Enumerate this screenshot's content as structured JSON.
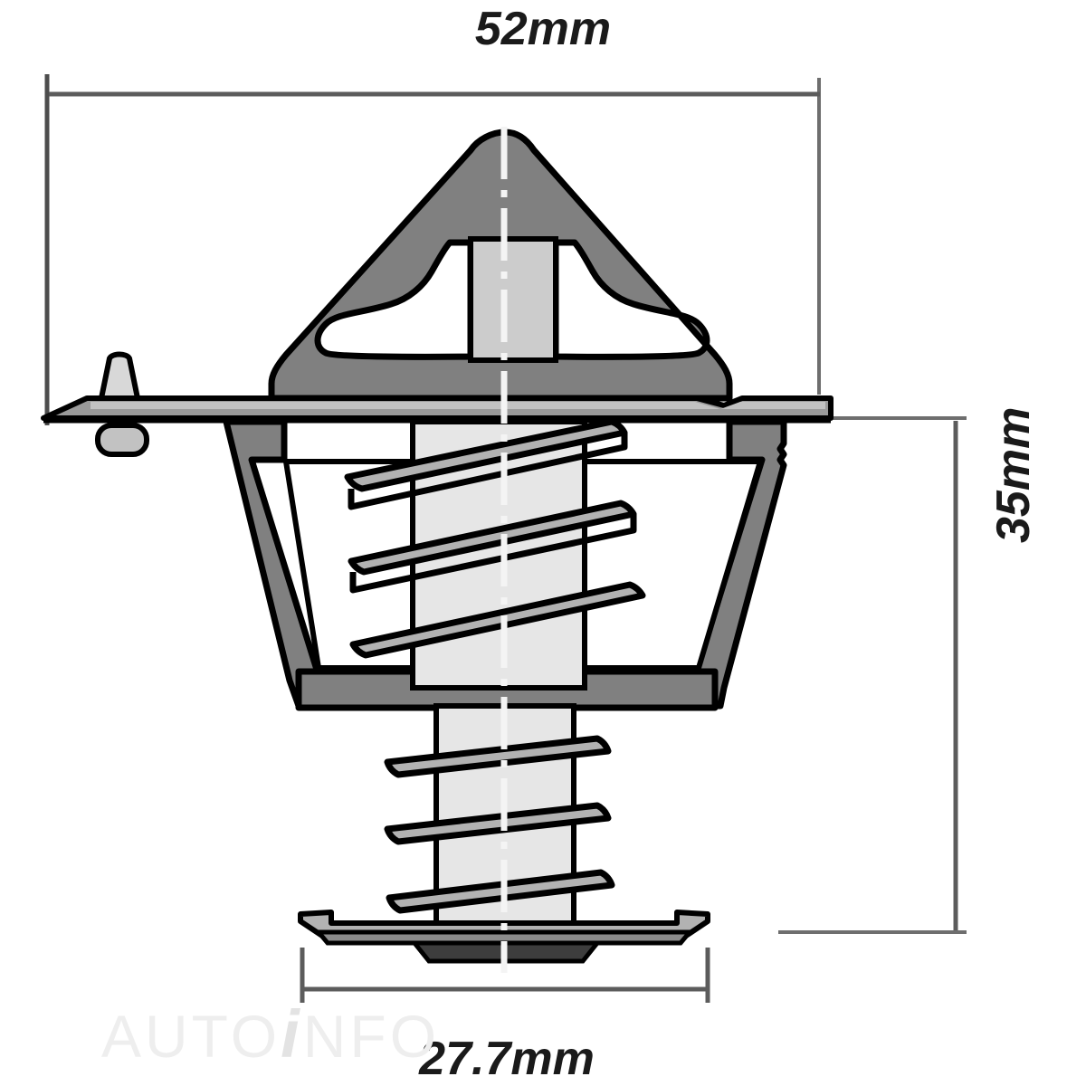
{
  "drawing": {
    "title": "Thermostat technical dimension drawing",
    "subject": "automotive-thermostat",
    "view": "cross-section elevation",
    "units": "mm",
    "background_color": "#ffffff",
    "line_color": "#000000",
    "dimension_line_color": "#555555",
    "body_fill": "#808080",
    "spring_fill": "#b2b2b2",
    "shaft_fill": "#e6e6e6",
    "plate_fill": "#9a9a9a",
    "dark_fill": "#3d3d3d",
    "centerline_color": "#f2f2f2"
  },
  "dimensions": {
    "width": {
      "label": "52mm",
      "value": 52,
      "unit": "mm",
      "orientation": "horizontal",
      "position": "top"
    },
    "height": {
      "label": "35mm",
      "value": 35,
      "unit": "mm",
      "orientation": "vertical",
      "position": "right"
    },
    "diameter": {
      "label": "27.7mm",
      "value": 27.7,
      "unit": "mm",
      "orientation": "horizontal",
      "position": "bottom"
    }
  },
  "watermark": {
    "prefix": "AUTO",
    "accent": "i",
    "suffix": "NFO",
    "color": "#eeeeee"
  },
  "parts": [
    {
      "name": "top-frame-bracket",
      "description": "triangular mounting frame with two cutout windows"
    },
    {
      "name": "upper-flange-plate",
      "description": "wide horizontal sealing flange"
    },
    {
      "name": "jiggle-pin",
      "description": "small trapezoidal bleed pin on flange"
    },
    {
      "name": "lower-pin",
      "description": "rounded pin under flange"
    },
    {
      "name": "main-body-cone",
      "description": "tapered conical housing"
    },
    {
      "name": "upper-spring",
      "description": "main coil spring, 3 visible coils"
    },
    {
      "name": "center-shaft",
      "description": "vertical piston shaft"
    },
    {
      "name": "lower-spring",
      "description": "secondary coil spring, 3 visible coils"
    },
    {
      "name": "valve-plate",
      "description": "bottom valve disc with upturned rim"
    },
    {
      "name": "centerline",
      "description": "vertical dash-dot axis line"
    }
  ]
}
